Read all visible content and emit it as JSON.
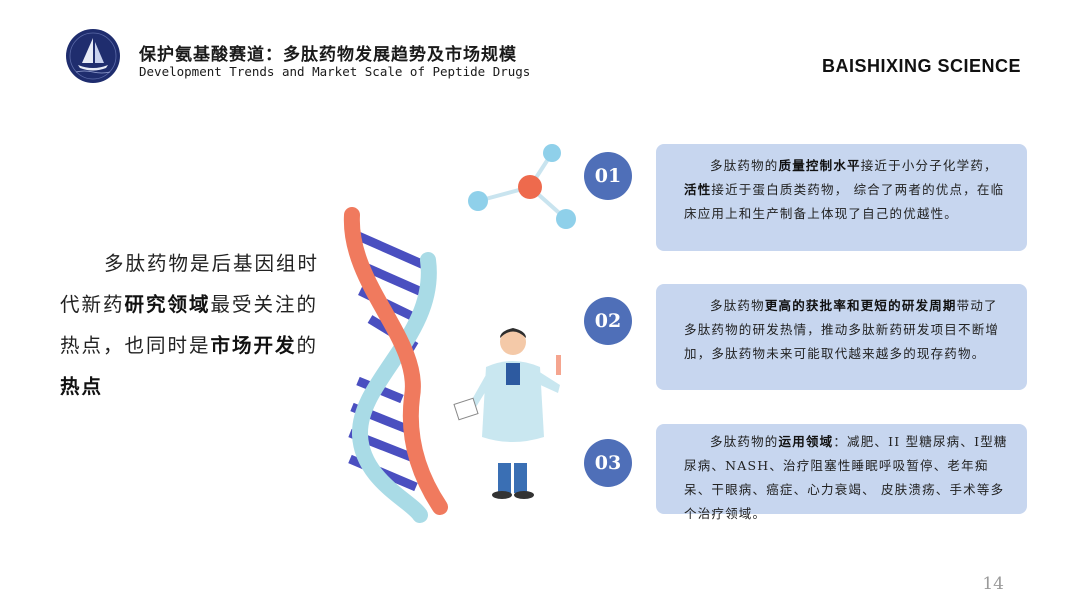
{
  "header": {
    "title_cn": "保护氨基酸赛道：多肽药物发展趋势及市场规模",
    "title_en": "Development Trends and Market Scale of Peptide Drugs",
    "brand": "BAISHIXING SCIENCE"
  },
  "left_text": {
    "parts": [
      {
        "text": "多肽药物是后基因组时代新药",
        "bold": false
      },
      {
        "text": "研究领域",
        "bold": true
      },
      {
        "text": "最受关注的热点，也同时是",
        "bold": false
      },
      {
        "text": "市场开发",
        "bold": true
      },
      {
        "text": "的",
        "bold": false
      },
      {
        "text": "热点",
        "bold": true
      }
    ]
  },
  "items": [
    {
      "number": "01",
      "parts": [
        {
          "text": "多肽药物的",
          "bold": false
        },
        {
          "text": "质量控制水平",
          "bold": true
        },
        {
          "text": "接近于小分子化学药，",
          "bold": false
        },
        {
          "text": "活性",
          "bold": true
        },
        {
          "text": "接近于蛋白质类药物， 综合了两者的优点，在临床应用上和生产制备上体现了自己的优越性。",
          "bold": false
        }
      ]
    },
    {
      "number": "02",
      "parts": [
        {
          "text": "多肽药物",
          "bold": false
        },
        {
          "text": "更高的获批率和更短的研发周期",
          "bold": true
        },
        {
          "text": "带动了多肽药物的研发热情，推动多肽新药研发项目不断增加，多肽药物未来可能取代越来越多的现存药物。",
          "bold": false
        }
      ]
    },
    {
      "number": "03",
      "parts": [
        {
          "text": "多肽药物的",
          "bold": false
        },
        {
          "text": "运用领域",
          "bold": true
        },
        {
          "text": "：减肥、II 型糖尿病、I型糖尿病、NASH、治疗阻塞性睡眠呼吸暂停、老年痴呆、干眼病、癌症、心力衰竭、 皮肤溃疡、手术等多个治疗领域。",
          "bold": false
        }
      ]
    }
  ],
  "page_number": "14",
  "colors": {
    "accent": "#4f6fb8",
    "card_bg": "#c7d6ef",
    "logo_bg": "#1f2d6e",
    "dna_coral": "#f07a5e",
    "dna_blue": "#4a4fc0",
    "dna_light": "#a9dbe6"
  },
  "icons": {
    "logo": "sailboat-logo-icon",
    "molecule": "molecule-icon",
    "dna": "dna-helix-icon",
    "scientist": "scientist-icon"
  }
}
